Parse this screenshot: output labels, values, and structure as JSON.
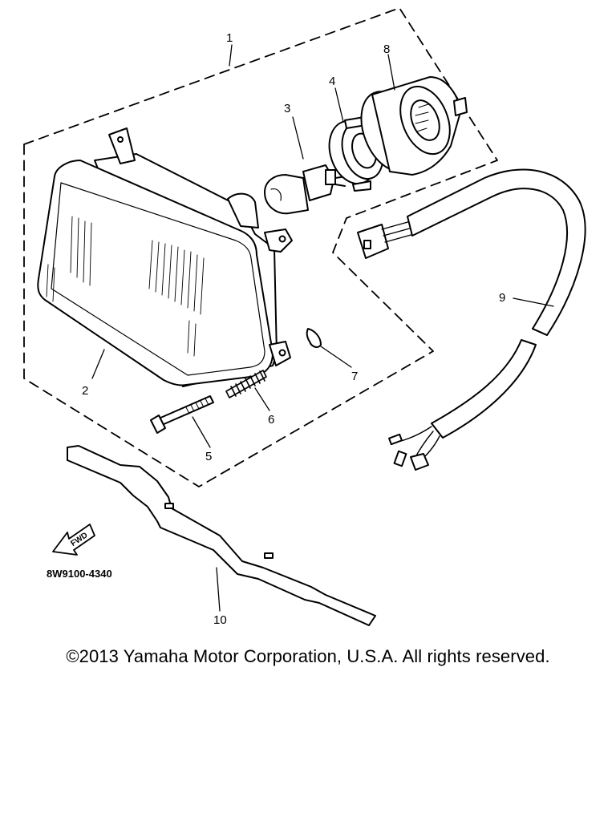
{
  "diagram": {
    "drawing_code": "8W9100-4340",
    "fwd_label": "FWD",
    "callouts": [
      {
        "number": "1",
        "part": "headlight assembly"
      },
      {
        "number": "2",
        "part": "headlight unit"
      },
      {
        "number": "3",
        "part": "bulb"
      },
      {
        "number": "4",
        "part": "bulb socket"
      },
      {
        "number": "5",
        "part": "bolt"
      },
      {
        "number": "6",
        "part": "spring"
      },
      {
        "number": "7",
        "part": "clip"
      },
      {
        "number": "8",
        "part": "socket cover"
      },
      {
        "number": "9",
        "part": "lead wire"
      },
      {
        "number": "10",
        "part": "stay"
      }
    ]
  },
  "footer": {
    "copyright": "©2013 Yamaha Motor Corporation, U.S.A. All rights reserved."
  }
}
